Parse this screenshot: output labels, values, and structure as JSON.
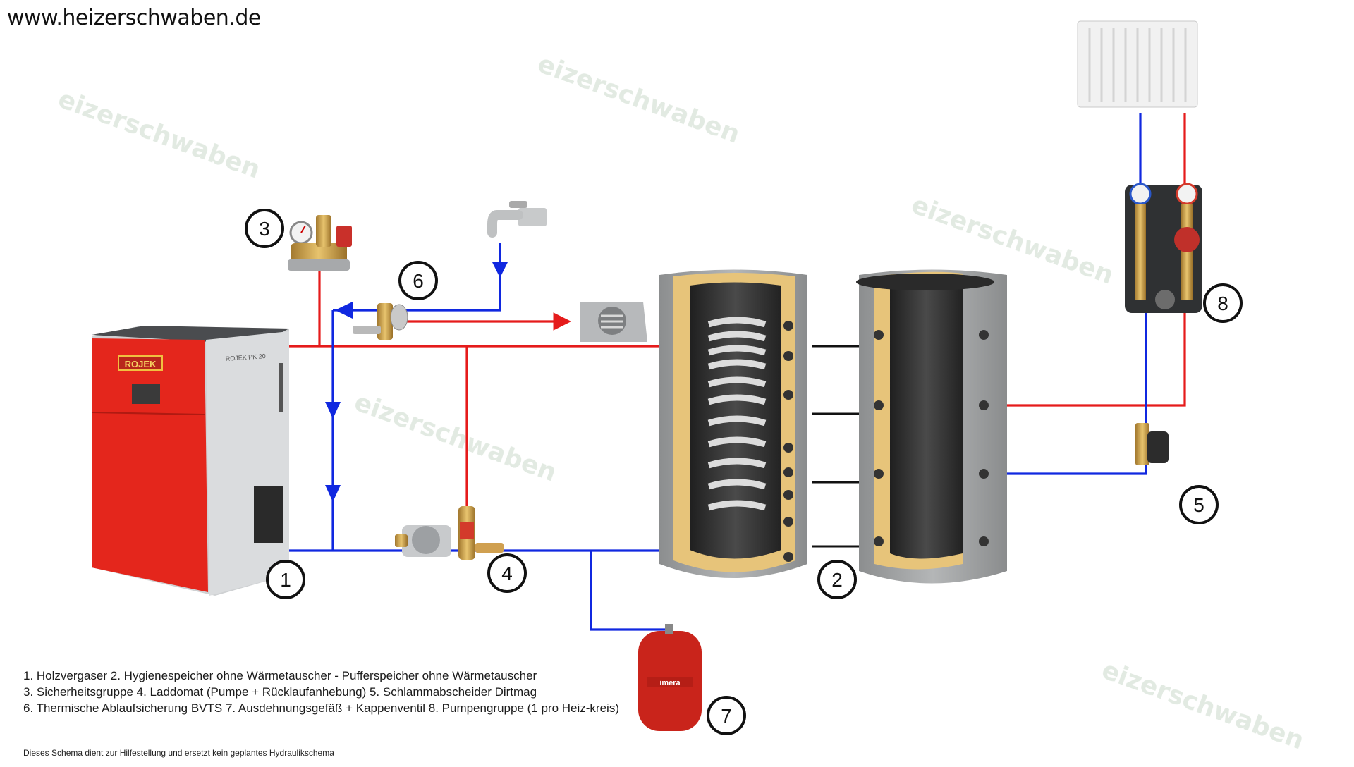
{
  "header": {
    "site": "www.heizerschwaben.de"
  },
  "watermark": {
    "text": "eizerschwaben"
  },
  "callouts": [
    "1",
    "2",
    "3",
    "4",
    "5",
    "6",
    "7",
    "8"
  ],
  "boiler": {
    "brand": "ROJEK",
    "model": "ROJEK PK 20"
  },
  "expansion_vessel": {
    "brand": "imera"
  },
  "legend": {
    "line1": "1. Holzvergaser   2. Hygienespeicher ohne Wärmetauscher - Pufferspeicher ohne Wärmetauscher",
    "line2": "3. Sicherheitsgruppe   4. Laddomat (Pumpe + Rücklaufanhebung) 5. Schlammabscheider Dirtmag",
    "line3": "6. Thermische Ablaufsicherung BVTS   7. Ausdehnungsgefäß + Kappenventil   8. Pumpengruppe (1 pro Heiz-kreis)"
  },
  "disclaimer": "Dieses Schema dient zur Hilfestellung und ersetzt kein geplantes Hydraulikschema",
  "colors": {
    "flow": "#e51b1b",
    "return": "#1028e0",
    "boiler_red": "#e4261c",
    "tank_grey": "#9a9c9d"
  }
}
